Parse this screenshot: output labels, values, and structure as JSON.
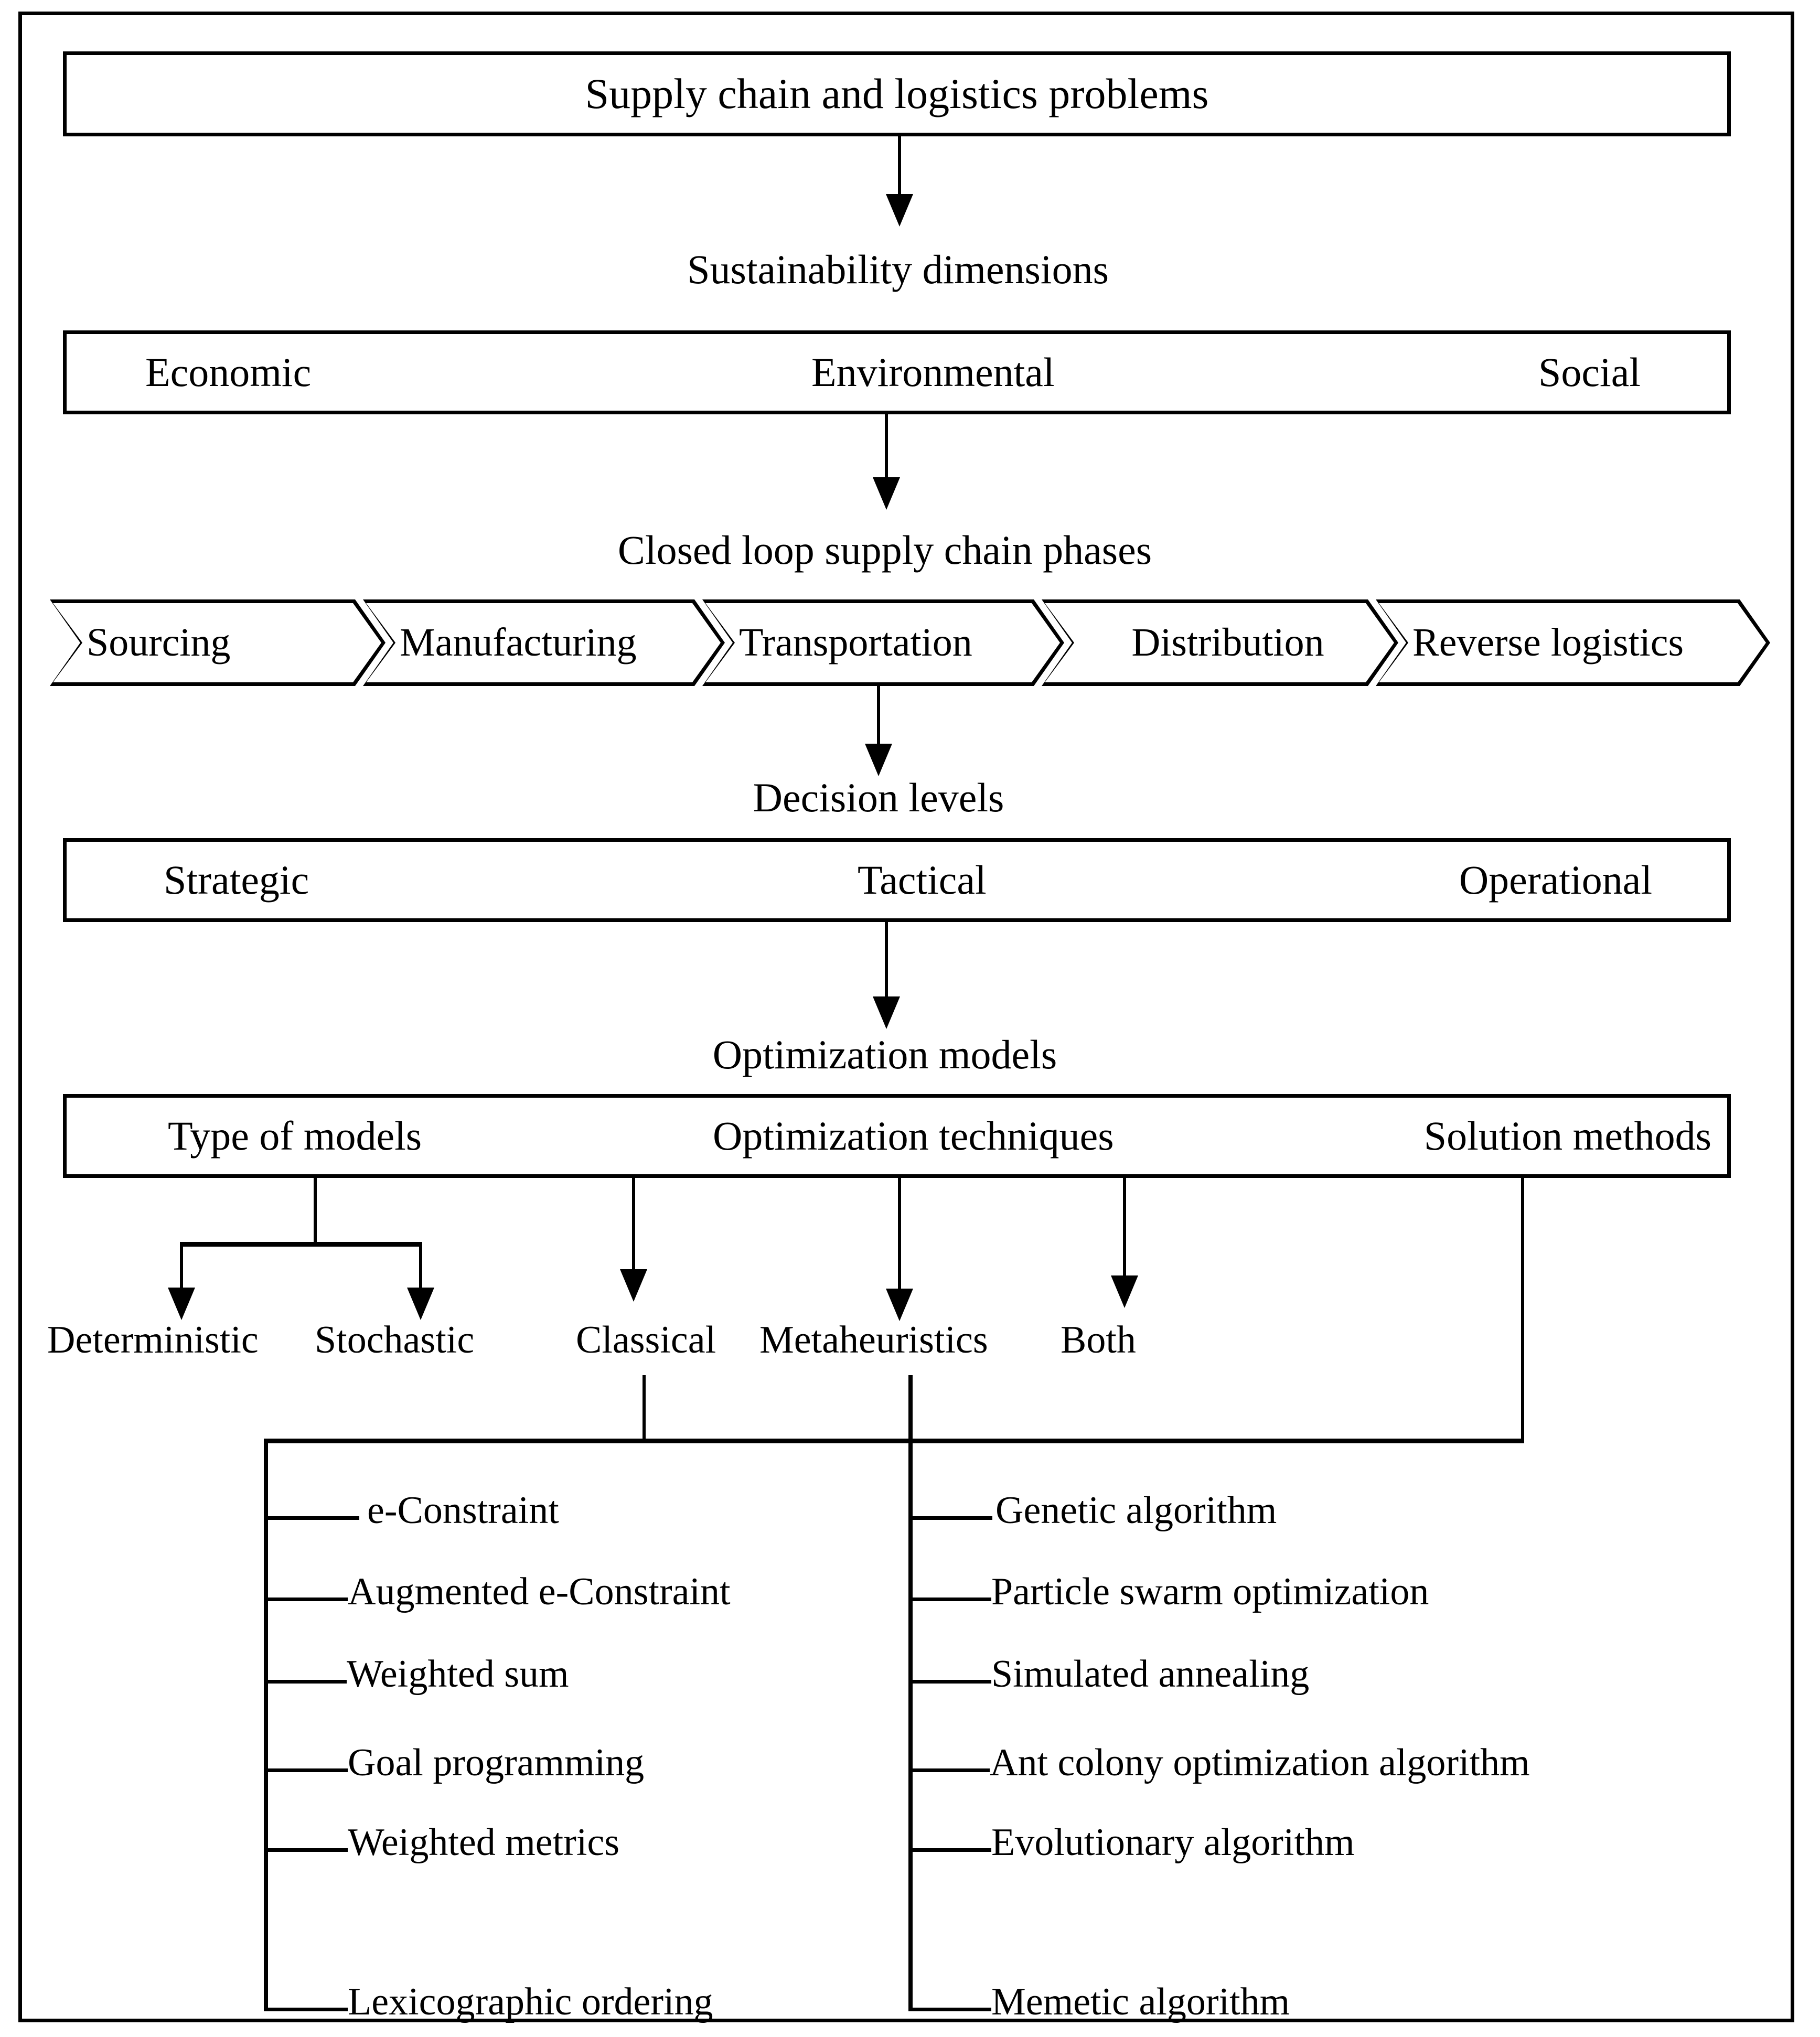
{
  "diagram": {
    "title_box": "Supply chain and logistics problems",
    "connector_labels": {
      "sustainability": "Sustainability dimensions",
      "phases": "Closed loop supply chain phases",
      "decision": "Decision levels",
      "optimization": "Optimization models"
    },
    "sustainability_dimensions": [
      "Economic",
      "Environmental",
      "Social"
    ],
    "closed_loop_phases": [
      "Sourcing",
      "Manufacturing",
      "Transportation",
      "Distribution",
      "Reverse logistics"
    ],
    "decision_levels": [
      "Strategic",
      "Tactical",
      "Operational"
    ],
    "optimization_models": [
      "Type of models",
      "Optimization techniques",
      "Solution methods"
    ],
    "model_types": [
      "Deterministic",
      "Stochastic"
    ],
    "technique_types": [
      "Classical",
      "Metaheuristics",
      "Both"
    ],
    "classical_methods": [
      "e-Constraint",
      "Augmented e-Constraint",
      "Weighted sum",
      "Goal programming",
      "Weighted metrics",
      "Lexicographic ordering"
    ],
    "metaheuristic_methods": [
      "Genetic algorithm",
      "Particle swarm optimization",
      "Simulated annealing",
      "Ant colony optimization algorithm",
      "Evolutionary algorithm",
      "Memetic algorithm"
    ]
  }
}
